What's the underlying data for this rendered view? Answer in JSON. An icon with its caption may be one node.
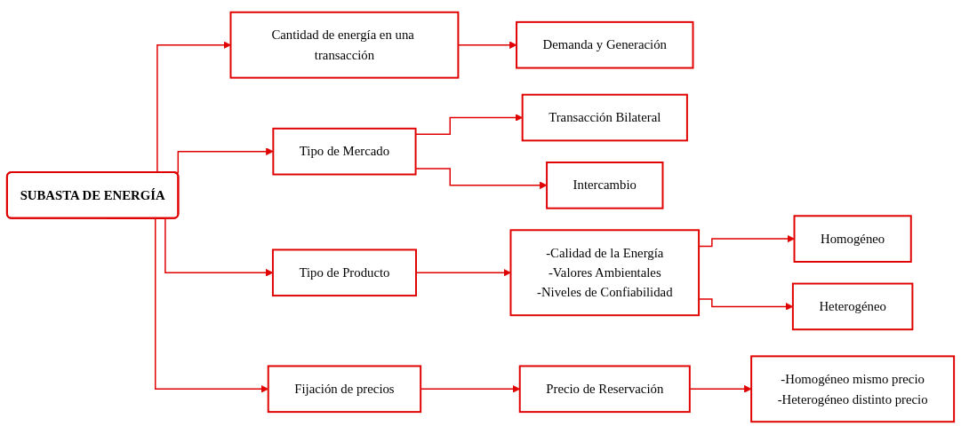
{
  "diagram": {
    "nodes": [
      {
        "text": [
          "SUBASTA DE ENERGÍA"
        ]
      },
      {
        "text": [
          "Cantidad de energía en una transacción"
        ]
      },
      {
        "text": [
          "Demanda y Generación"
        ]
      },
      {
        "text": [
          "Tipo de Mercado"
        ]
      },
      {
        "text": [
          "Transacción Bilateral"
        ]
      },
      {
        "text": [
          "Intercambio"
        ]
      },
      {
        "text": [
          "Tipo de Producto"
        ]
      },
      {
        "text": [
          "-Calidad de la Energía",
          "-Valores Ambientales",
          "-Niveles de Confiabilidad"
        ]
      },
      {
        "text": [
          "Homogéneo"
        ]
      },
      {
        "text": [
          "Heterogéneo"
        ]
      },
      {
        "text": [
          "Fijación de precios"
        ]
      },
      {
        "text": [
          "Precio de Reservación"
        ]
      },
      {
        "text": [
          "-Homogéneo mismo precio",
          "-Heterogéneo distinto precio"
        ]
      }
    ],
    "edges": [
      {
        "from": 0,
        "to": 1,
        "arrow": "to"
      },
      {
        "from": 0,
        "to": 3,
        "arrow": "to"
      },
      {
        "from": 0,
        "to": 6,
        "arrow": "to"
      },
      {
        "from": 0,
        "to": 10,
        "arrow": "to"
      },
      {
        "from": 1,
        "to": 2,
        "arrow": "to"
      },
      {
        "from": 3,
        "to": 4,
        "arrow": "to"
      },
      {
        "from": 3,
        "to": 5,
        "arrow": "to"
      },
      {
        "from": 6,
        "to": 7,
        "arrow": "to"
      },
      {
        "from": 7,
        "to": 8,
        "arrow": "to"
      },
      {
        "from": 7,
        "to": 9,
        "arrow": "to"
      },
      {
        "from": 10,
        "to": 11,
        "arrow": "to"
      },
      {
        "from": 11,
        "to": 12,
        "arrow": "to"
      }
    ]
  }
}
